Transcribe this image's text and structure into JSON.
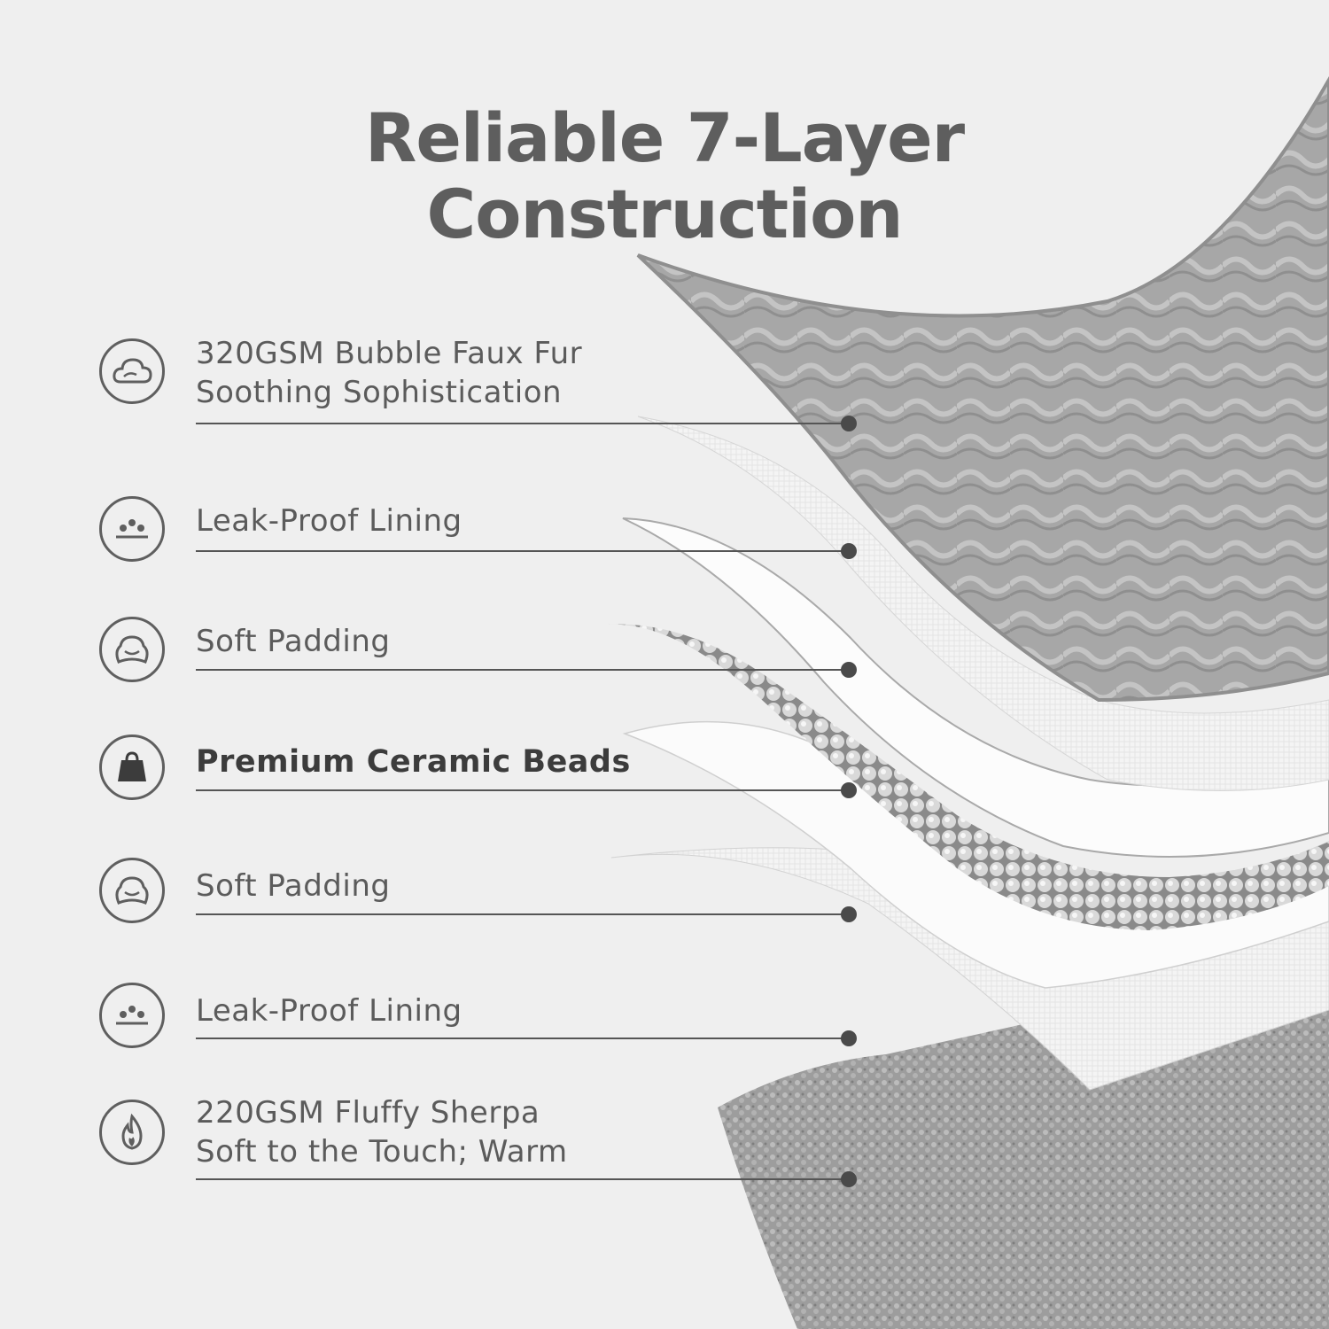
{
  "title": {
    "line1": "Reliable 7-Layer",
    "line2": "Construction"
  },
  "colors": {
    "background": "#efefef",
    "text": "#5b5b5b",
    "fur": "#a9a9a9",
    "sheet": "#ffffff"
  },
  "layers": [
    {
      "icon": "cloud-icon",
      "line1": "320GSM Bubble Faux Fur",
      "line2": "Soothing Sophistication"
    },
    {
      "icon": "dots-lining-icon",
      "line1": "Leak-Proof Lining",
      "line2": ""
    },
    {
      "icon": "pillow-padding-icon",
      "line1": "Soft Padding",
      "line2": ""
    },
    {
      "icon": "weight-bag-icon",
      "line1": "Premium Ceramic Beads",
      "line2": ""
    },
    {
      "icon": "pillow-padding-icon",
      "line1": "Soft Padding",
      "line2": ""
    },
    {
      "icon": "dots-lining-icon",
      "line1": "Leak-Proof Lining",
      "line2": ""
    },
    {
      "icon": "flame-icon",
      "line1": "220GSM Fluffy Sherpa",
      "line2": "Soft to the Touch; Warm"
    }
  ]
}
